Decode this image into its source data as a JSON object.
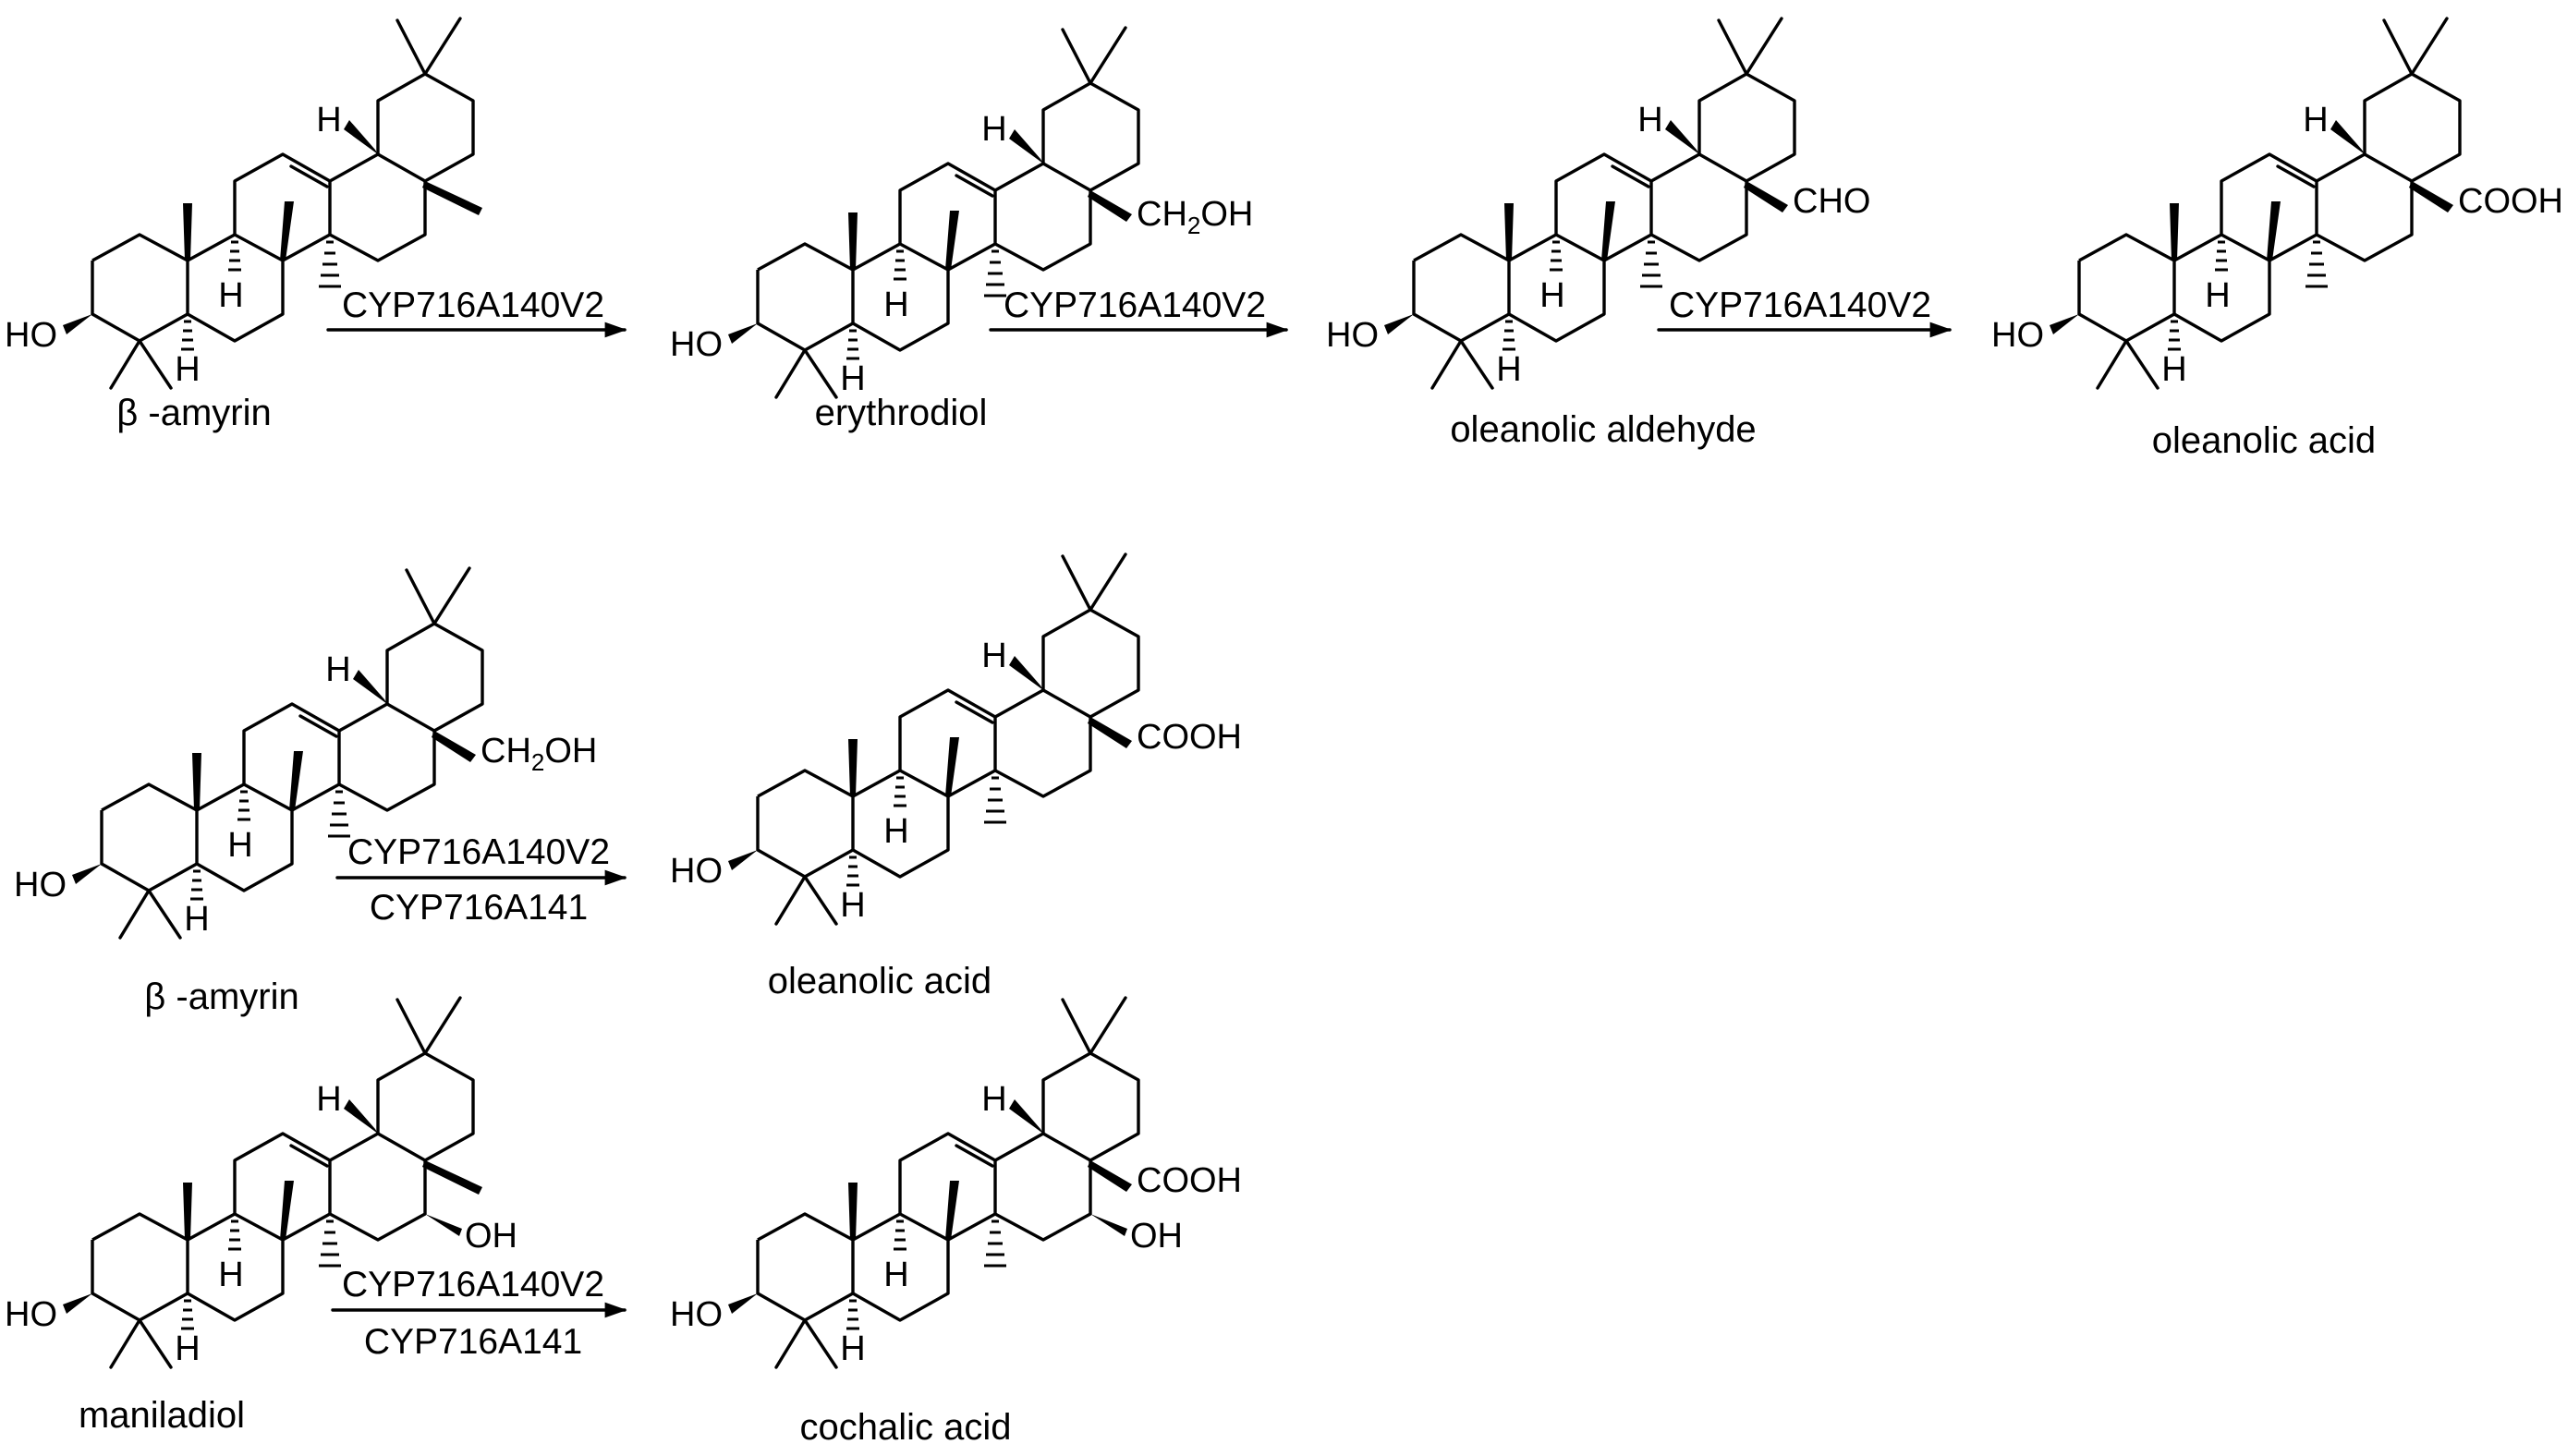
{
  "diagram": {
    "rows": [
      {
        "compounds": [
          {
            "name": "β -amyrin",
            "substituent": null
          },
          {
            "name": "erythrodiol",
            "substituent": "CH2OH"
          },
          {
            "name": "oleanolic aldehyde",
            "substituent": "CHO"
          },
          {
            "name": "oleanolic acid",
            "substituent": "COOH"
          }
        ],
        "arrows": [
          {
            "enzymes": [
              "CYP716A140V2"
            ]
          },
          {
            "enzymes": [
              "CYP716A140V2"
            ]
          },
          {
            "enzymes": [
              "CYP716A140V2"
            ]
          }
        ]
      },
      {
        "compounds": [
          {
            "name": "β -amyrin",
            "substituent": "CH2OH"
          },
          {
            "name": "oleanolic acid",
            "substituent": "COOH"
          }
        ],
        "arrows": [
          {
            "enzymes": [
              "CYP716A140V2",
              "CYP716A141"
            ]
          }
        ]
      },
      {
        "compounds": [
          {
            "name": "maniladiol",
            "substituent": null
          },
          {
            "name": "cochalic acid",
            "substituent": "COOH"
          }
        ],
        "arrows": [
          {
            "enzymes": [
              "CYP716A140V2",
              "CYP716A141"
            ]
          }
        ]
      }
    ],
    "atom_labels": {
      "hydroxyl": "HO",
      "hydroxyl_right": "OH",
      "hydrogen": "H"
    }
  }
}
